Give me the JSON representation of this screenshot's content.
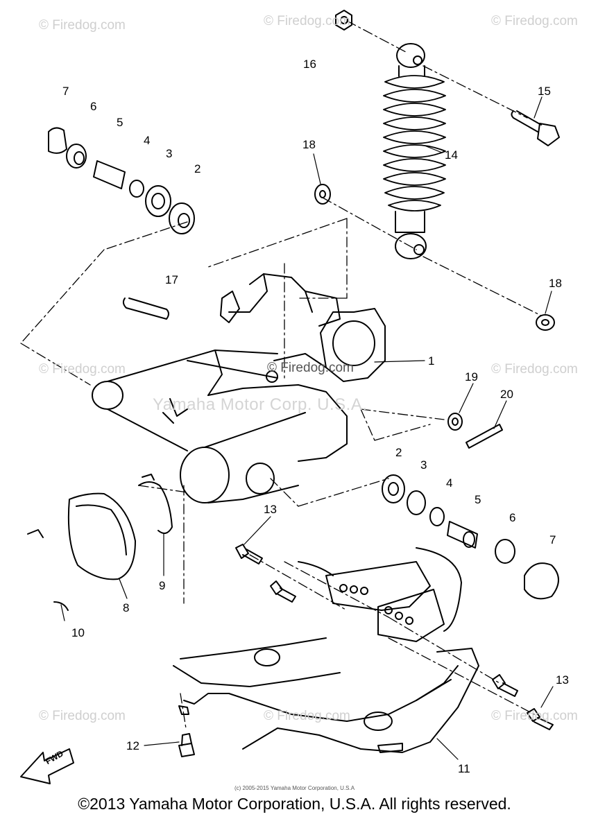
{
  "watermarks": {
    "short": "© Firedog.com",
    "center": "Yamaha Motor Corp. U.S.A."
  },
  "callouts": {
    "c16": "16",
    "c15": "15",
    "c14": "14",
    "c18a": "18",
    "c18b": "18",
    "c17": "17",
    "c7a": "7",
    "c6a": "6",
    "c5a": "5",
    "c4a": "4",
    "c3a": "3",
    "c2a": "2",
    "c1": "1",
    "c19": "19",
    "c20": "20",
    "c2b": "2",
    "c3b": "3",
    "c4b": "4",
    "c5b": "5",
    "c6b": "6",
    "c7b": "7",
    "c13a": "13",
    "c13b": "13",
    "c9": "9",
    "c8": "8",
    "c10": "10",
    "c12": "12",
    "c11": "11"
  },
  "fwd_arrow": {
    "label": "FWD"
  },
  "footer": {
    "fine_print": "(c) 2005-2015 Yamaha Motor Corporation, U.S.A",
    "copyright": "©2013 Yamaha Motor Corporation, U.S.A. All rights reserved."
  }
}
